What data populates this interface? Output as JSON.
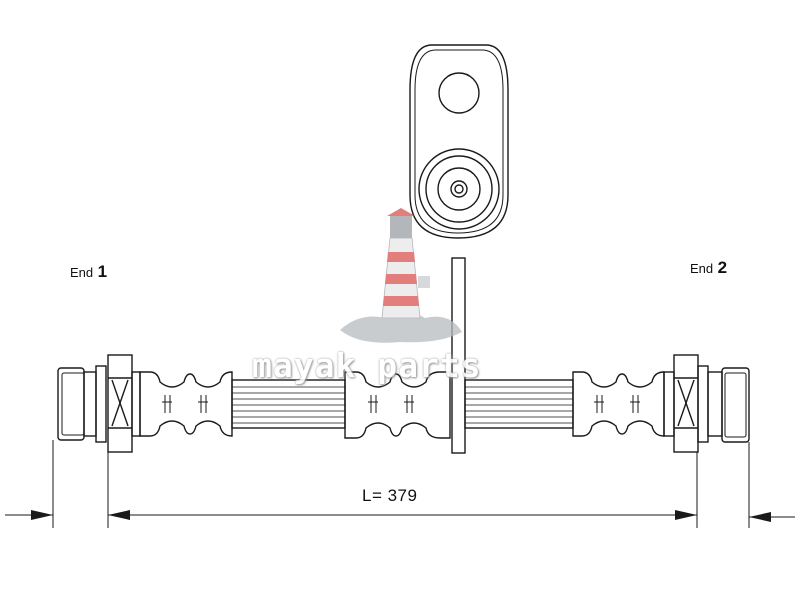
{
  "labels": {
    "end1_word": "End",
    "end1_number": "1",
    "end2_word": "End",
    "end2_number": "2",
    "length": "L= 379"
  },
  "watermark": {
    "text": "mayak parts"
  },
  "colors": {
    "line": "#1a1a1a",
    "background": "#ffffff",
    "logo_red": "#d9534f",
    "logo_grey": "#9aa0a6"
  }
}
